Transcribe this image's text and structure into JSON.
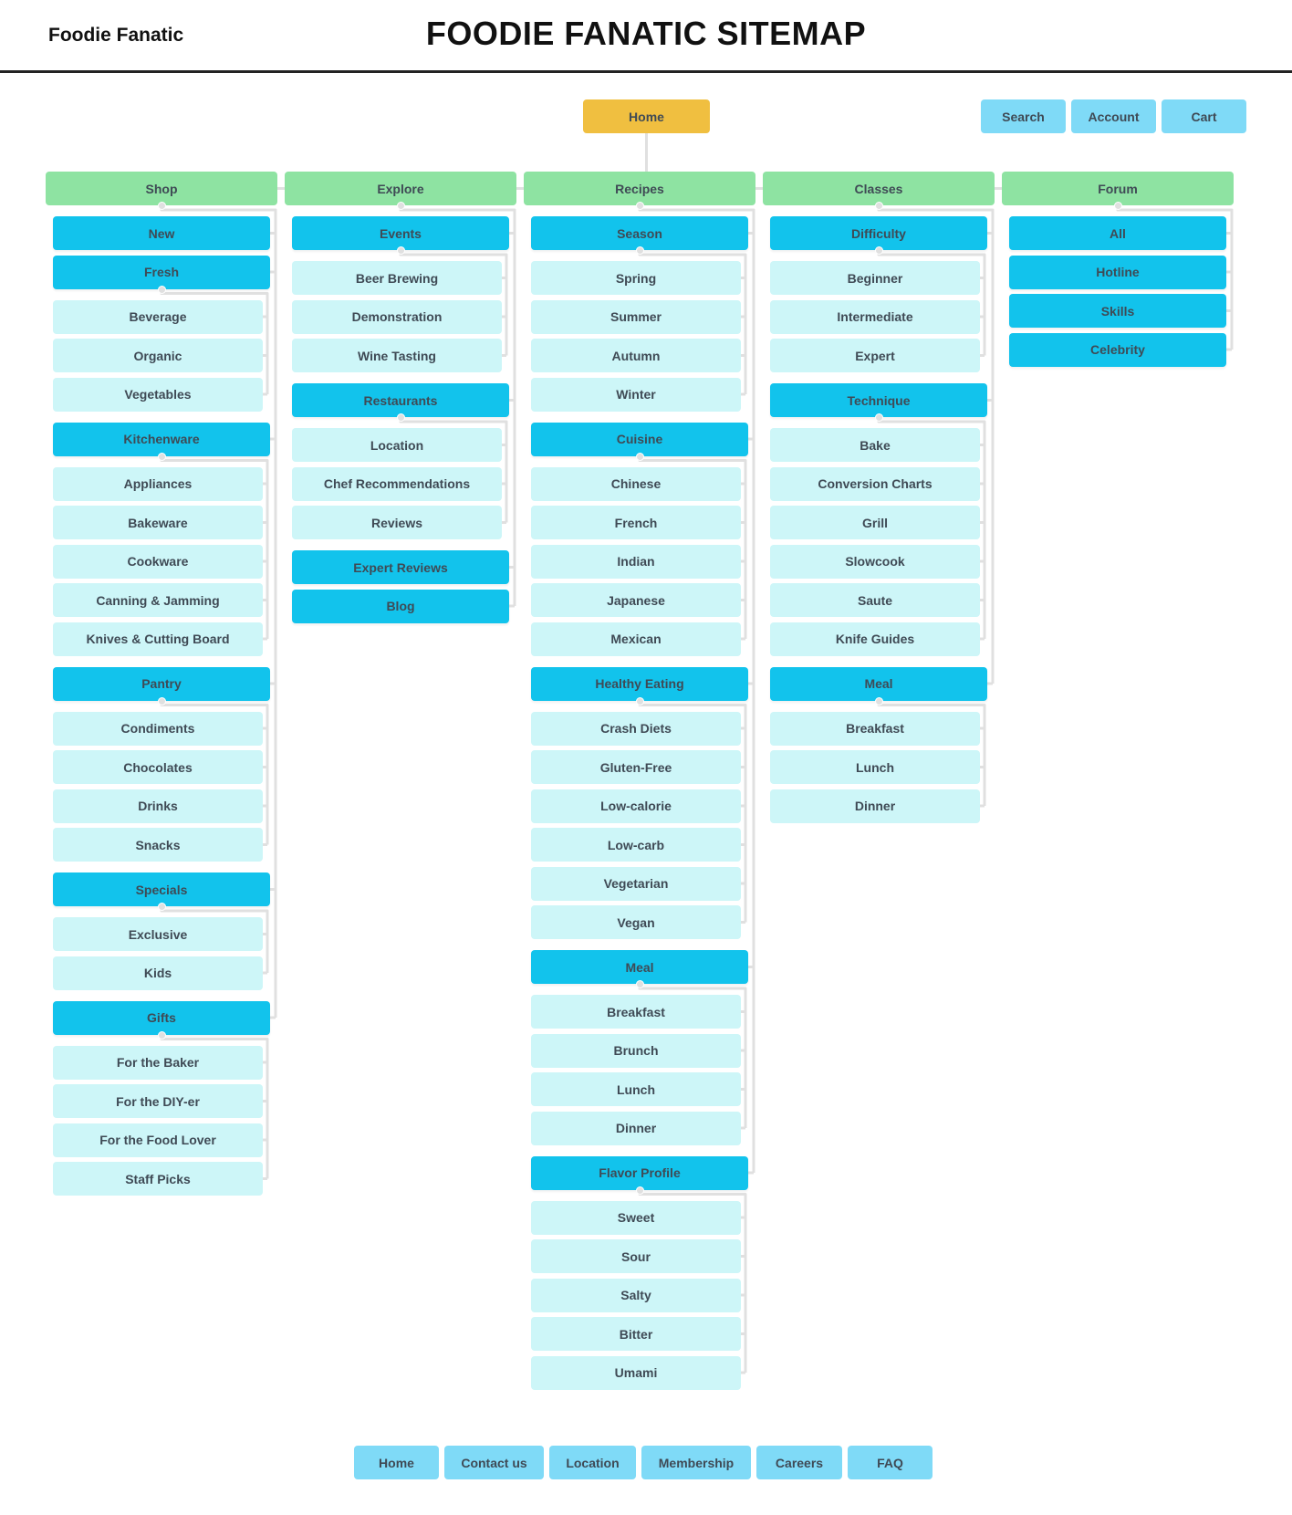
{
  "header": {
    "brand": "Foodie Fanatic",
    "title": "FOODIE FANATIC SITEMAP"
  },
  "home": "Home",
  "utility_links": [
    "Search",
    "Account",
    "Cart"
  ],
  "columns": [
    {
      "label": "Shop",
      "sections": [
        {
          "label": "New",
          "items": []
        },
        {
          "label": "Fresh",
          "items": [
            "Beverage",
            "Organic",
            "Vegetables"
          ]
        },
        {
          "label": "Kitchenware",
          "items": [
            "Appliances",
            "Bakeware",
            "Cookware",
            "Canning & Jamming",
            "Knives & Cutting Board"
          ]
        },
        {
          "label": "Pantry",
          "items": [
            "Condiments",
            "Chocolates",
            "Drinks",
            "Snacks"
          ]
        },
        {
          "label": "Specials",
          "items": [
            "Exclusive",
            "Kids"
          ]
        },
        {
          "label": "Gifts",
          "items": [
            "For the Baker",
            "For the DIY-er",
            "For the Food Lover",
            "Staff Picks"
          ]
        }
      ]
    },
    {
      "label": "Explore",
      "sections": [
        {
          "label": "Events",
          "items": [
            "Beer Brewing",
            "Demonstration",
            "Wine Tasting"
          ]
        },
        {
          "label": "Restaurants",
          "items": [
            "Location",
            "Chef Recommendations",
            "Reviews"
          ]
        },
        {
          "label": "Expert Reviews",
          "items": []
        },
        {
          "label": "Blog",
          "items": []
        }
      ]
    },
    {
      "label": "Recipes",
      "sections": [
        {
          "label": "Season",
          "items": [
            "Spring",
            "Summer",
            "Autumn",
            "Winter"
          ]
        },
        {
          "label": "Cuisine",
          "items": [
            "Chinese",
            "French",
            "Indian",
            "Japanese",
            "Mexican"
          ]
        },
        {
          "label": "Healthy Eating",
          "items": [
            "Crash Diets",
            "Gluten-Free",
            "Low-calorie",
            "Low-carb",
            "Vegetarian",
            "Vegan"
          ]
        },
        {
          "label": "Meal",
          "items": [
            "Breakfast",
            "Brunch",
            "Lunch",
            "Dinner"
          ]
        },
        {
          "label": "Flavor Profile",
          "items": [
            "Sweet",
            "Sour",
            "Salty",
            "Bitter",
            "Umami"
          ]
        }
      ]
    },
    {
      "label": "Classes",
      "sections": [
        {
          "label": "Difficulty",
          "items": [
            "Beginner",
            "Intermediate",
            "Expert"
          ]
        },
        {
          "label": "Technique",
          "items": [
            "Bake",
            "Conversion Charts",
            "Grill",
            "Slowcook",
            "Saute",
            "Knife Guides"
          ]
        },
        {
          "label": "Meal",
          "items": [
            "Breakfast",
            "Lunch",
            "Dinner"
          ]
        }
      ]
    },
    {
      "label": "Forum",
      "sections": [
        {
          "label": "All",
          "items": []
        },
        {
          "label": "Hotline",
          "items": []
        },
        {
          "label": "Skills",
          "items": []
        },
        {
          "label": "Celebrity",
          "items": []
        }
      ]
    }
  ],
  "footer_links": [
    "Home",
    "Contact us",
    "Location",
    "Membership",
    "Careers",
    "FAQ"
  ],
  "colors": {
    "home": "#f0bf40",
    "utility": "#7fdaf7",
    "primary": "#8ee3a2",
    "section": "#12c3ec",
    "leaf": "#cdf6f8",
    "connector": "#e0e0e0"
  }
}
